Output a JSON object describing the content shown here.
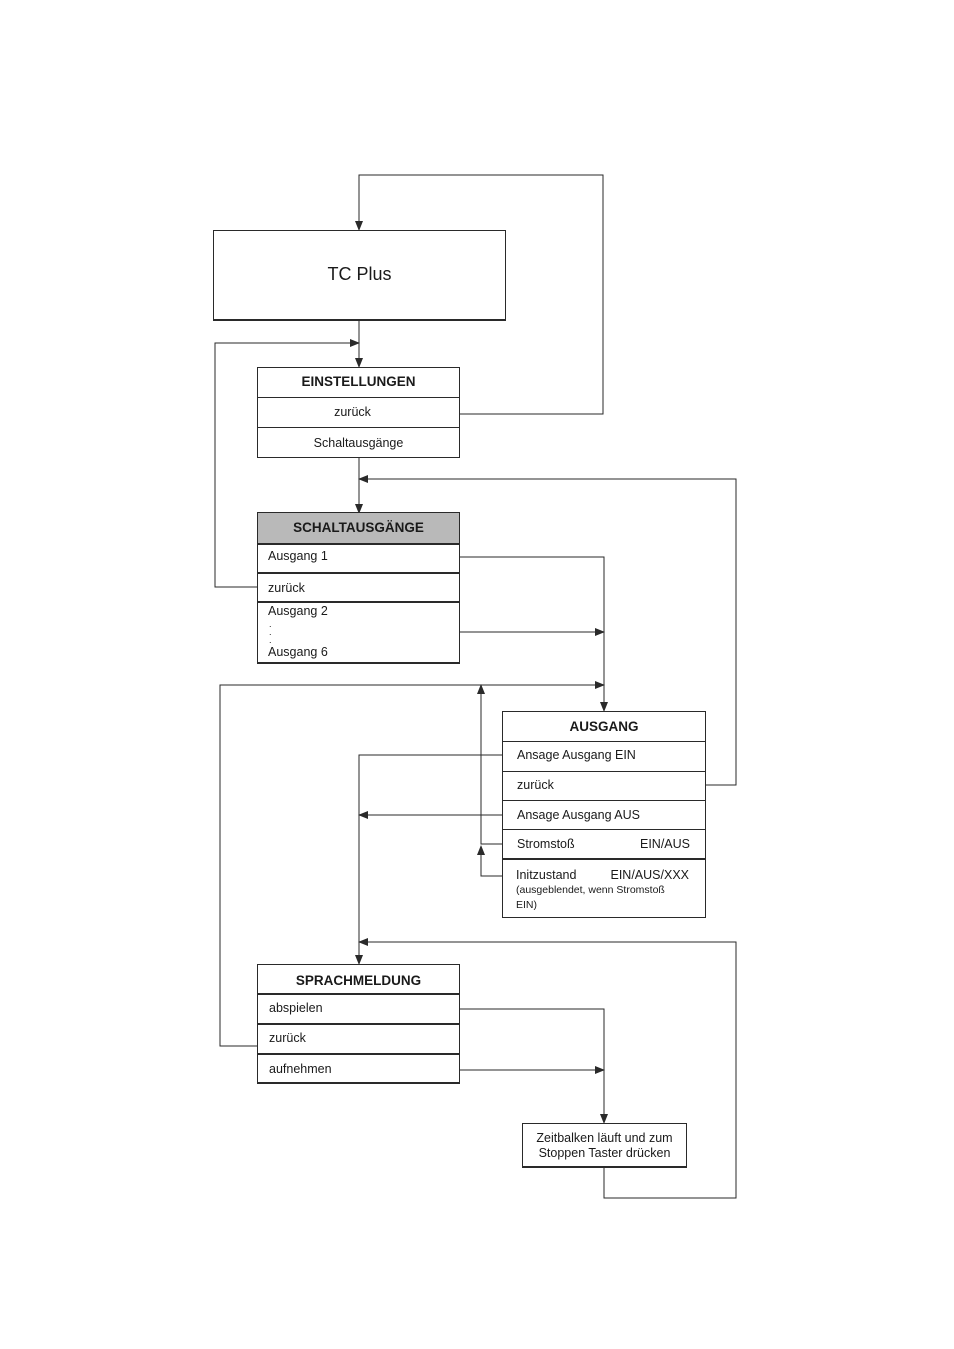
{
  "tc_plus": {
    "title": "TC Plus"
  },
  "einstellungen": {
    "title": "EINSTELLUNGEN",
    "back": "zurück",
    "item": "Schaltausgänge"
  },
  "schaltausgaenge": {
    "title": "SCHALTAUSGÄNGE",
    "item1": "Ausgang 1",
    "back": "zurück",
    "item2": "Ausgang 2",
    "ellipsis": ".",
    "item6": "Ausgang 6"
  },
  "ausgang": {
    "title": "AUSGANG",
    "ansage_ein": "Ansage Ausgang EIN",
    "back": "zurück",
    "ansage_aus": "Ansage Ausgang AUS",
    "stromstoss_label": "Stromstoß",
    "stromstoss_value": "EIN/AUS",
    "initzustand_label": "Initzustand",
    "initzustand_value": "EIN/AUS/XXX",
    "initzustand_note_1": "(ausgeblendet, wenn Stromstoß",
    "initzustand_note_2": "EIN)"
  },
  "sprachmeldung": {
    "title": "SPRACHMELDUNG",
    "play": "abspielen",
    "back": "zurück",
    "record": "aufnehmen"
  },
  "zeitbalken": {
    "line1": "Zeitbalken läuft und zum",
    "line2": "Stoppen Taster drücken"
  },
  "colors": {
    "line": "#2a2a2a",
    "header_fill": "#b9b9b9"
  }
}
